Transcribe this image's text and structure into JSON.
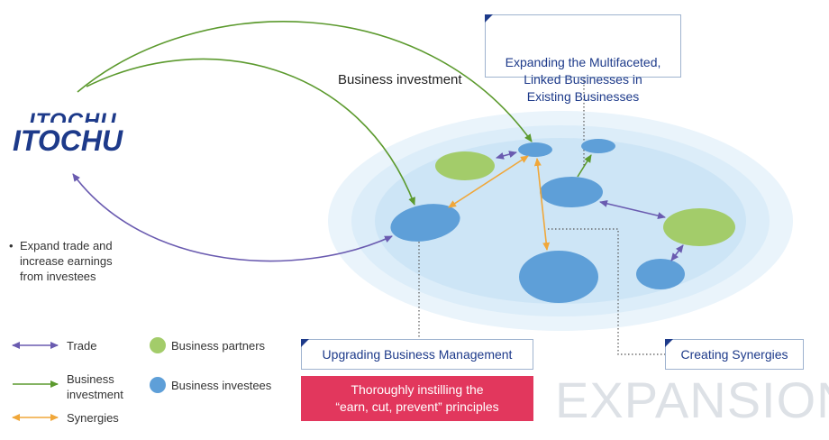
{
  "logo": {
    "text": "ITOCHU"
  },
  "labels": {
    "business_investment": "Business investment",
    "bullet_mark": "•",
    "bullet_text": "Expand trade and\nincrease earnings\nfrom investees"
  },
  "boxes": {
    "expanding": "Expanding the Multifaceted,\nLinked Businesses in\nExisting Businesses",
    "upgrading": "Upgrading Business Management",
    "creating": "Creating Synergies",
    "instilling": "Thoroughly instilling the\n“earn, cut, prevent” principles"
  },
  "legend": {
    "trade": "Trade",
    "business_investment": "Business\ninvestment",
    "synergies": "Synergies",
    "business_partners": "Business partners",
    "business_investees": "Business investees"
  },
  "watermark": "EXPANSION",
  "colors": {
    "trade": "#6a5bb0",
    "investment": "#5c9a2e",
    "synergies": "#f0a73a",
    "partner": "#a3cc6a",
    "investee": "#5e9fd8",
    "navy": "#1d3a8a",
    "red": "#e2375d"
  }
}
